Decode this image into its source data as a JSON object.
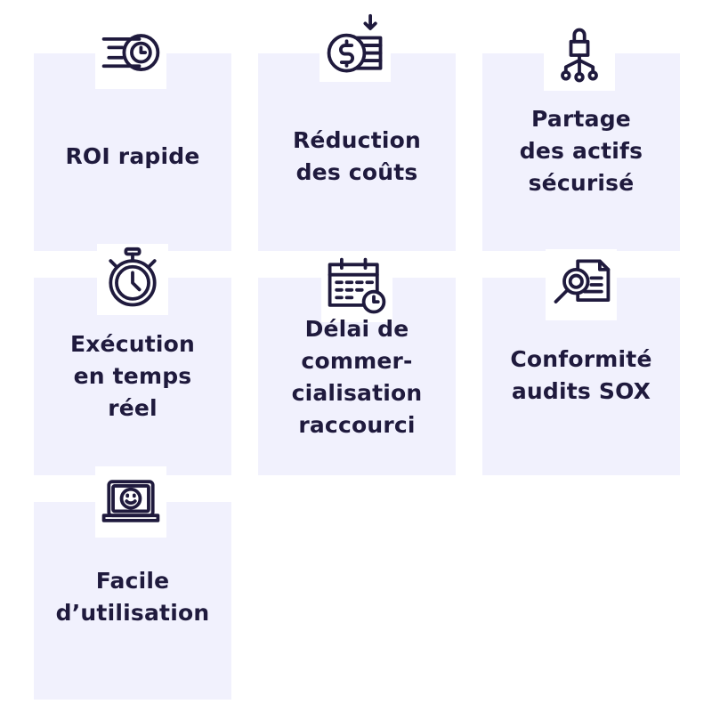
{
  "colors": {
    "card_bg": "#f1f1fd",
    "text": "#1f1a3d",
    "icon_stroke": "#1f1a3d"
  },
  "features": [
    {
      "icon": "speed-clock-icon",
      "lines": [
        "ROI rapide"
      ]
    },
    {
      "icon": "dollar-coin-stack-icon",
      "lines": [
        "Réduction",
        "des coûts"
      ]
    },
    {
      "icon": "secure-lock-network-icon",
      "lines": [
        "Partage",
        "des actifs",
        "sécurisé"
      ]
    },
    {
      "icon": "stopwatch-icon",
      "lines": [
        "Exécution",
        "en temps",
        "réel"
      ]
    },
    {
      "icon": "calendar-clock-icon",
      "lines": [
        "Délai de",
        "commer-",
        "cialisation",
        "raccourci"
      ]
    },
    {
      "icon": "document-search-icon",
      "lines": [
        "Conformité",
        "audits SOX"
      ]
    },
    {
      "icon": "laptop-smiley-icon",
      "lines": [
        "Facile",
        "d’utilisation"
      ]
    }
  ]
}
